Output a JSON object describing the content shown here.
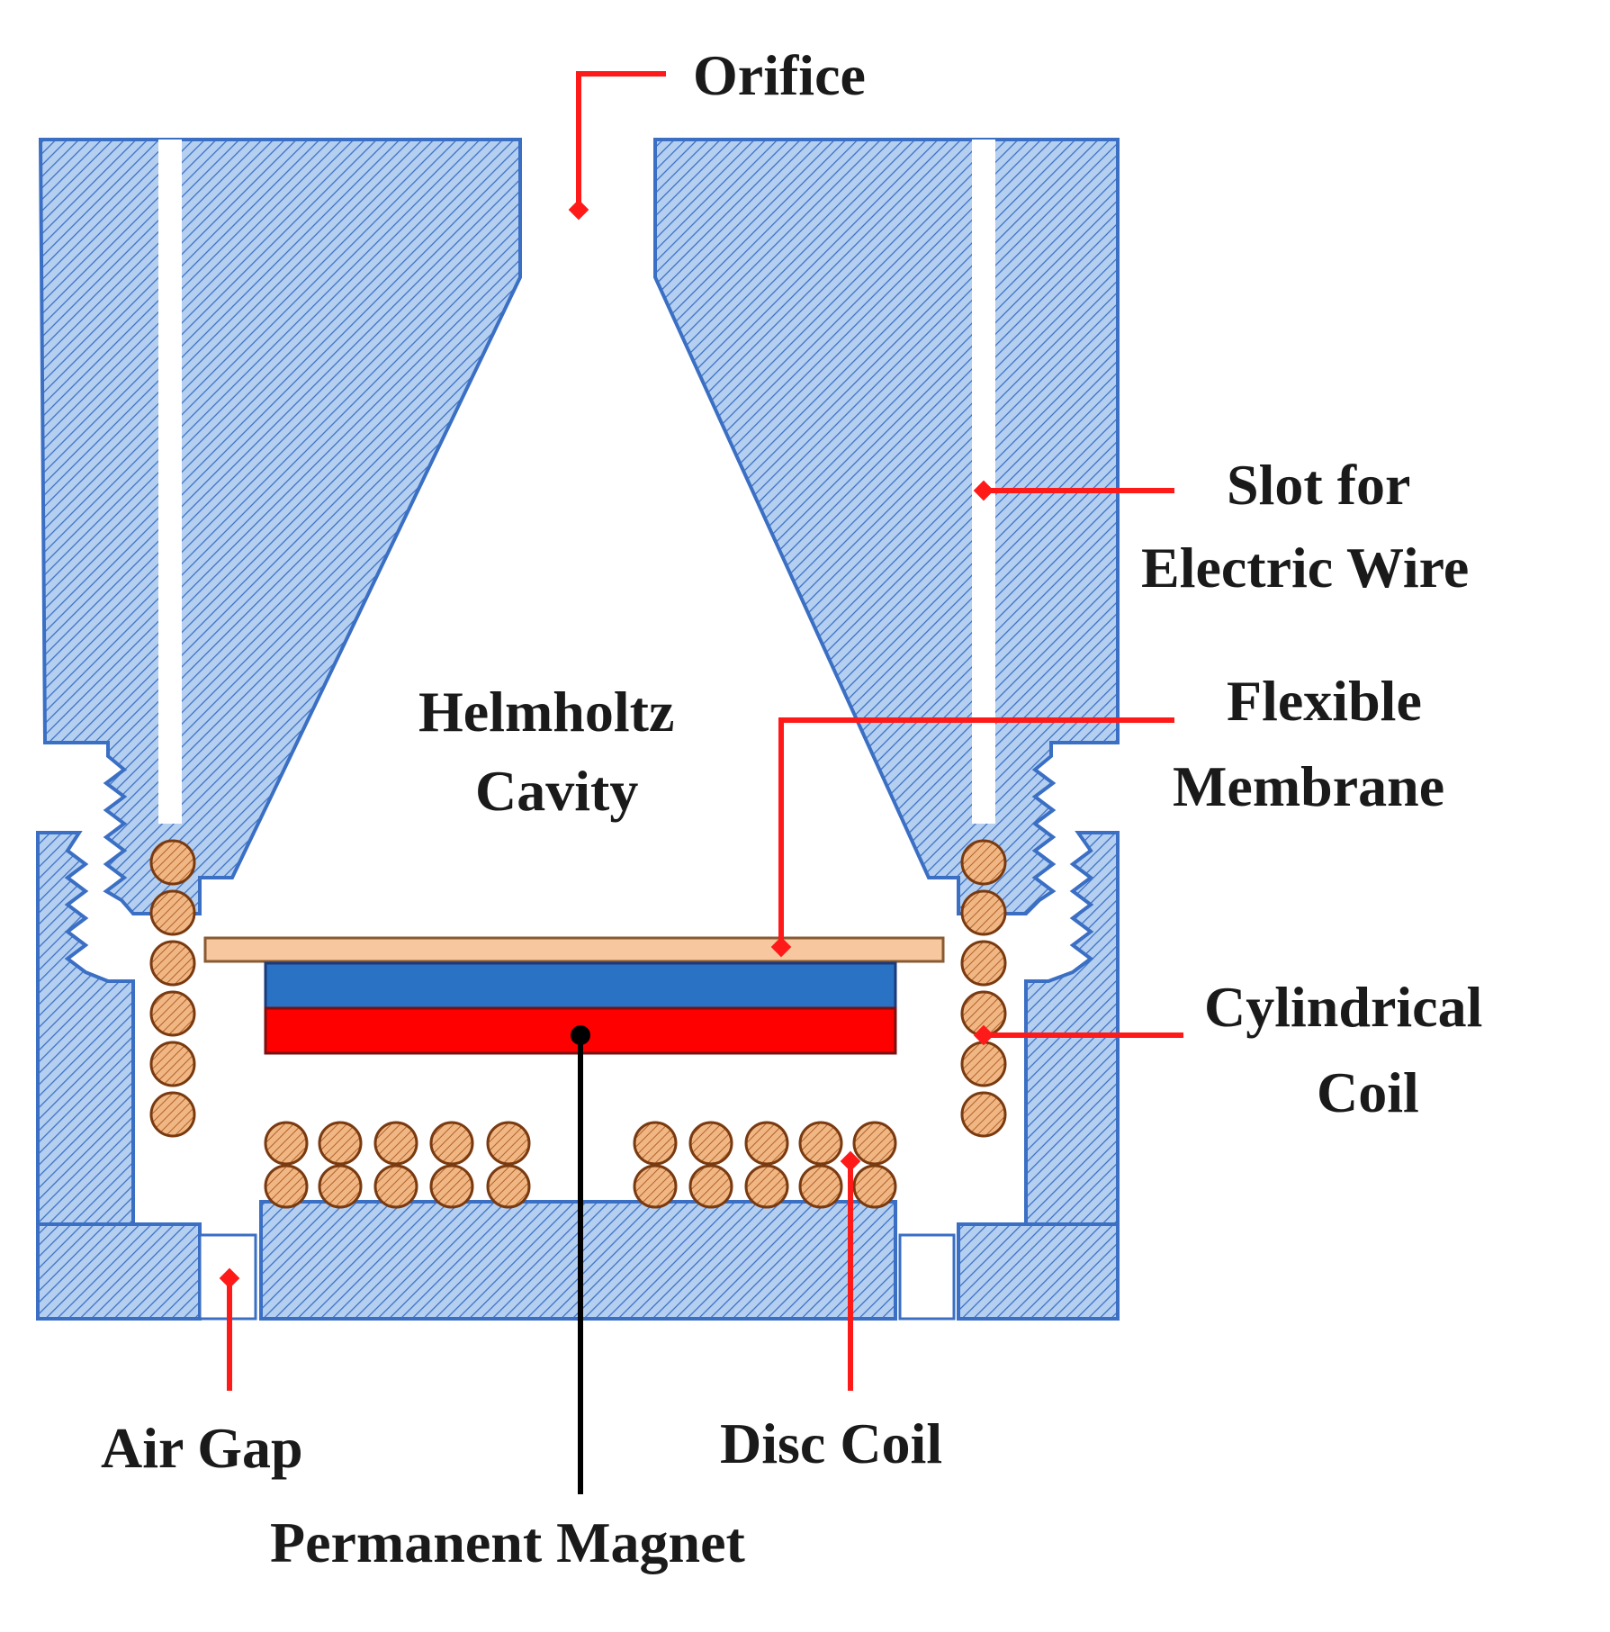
{
  "labels": {
    "orifice": "Orifice",
    "slot_line1": "Slot for",
    "slot_line2": "Electric  Wire",
    "cavity_line1": "Helmholtz",
    "cavity_line2": "Cavity",
    "membrane_line1": "Flexible",
    "membrane_line2": "Membrane",
    "cyl_coil_line1": "Cylindrical",
    "cyl_coil_line2": "Coil",
    "air_gap": "Air Gap",
    "disc_coil": "Disc Coil",
    "magnet": "Permanent Magnet"
  },
  "colors": {
    "body_fill": "#a9c7ea",
    "body_stroke": "#3a6fc4",
    "hatch_line": "#3a6fc4",
    "leader": "#ff1a1a",
    "membrane": "#f7c8a0",
    "magnet_top": "#2a72c4",
    "magnet_bottom": "#ff0000",
    "coil": "#e8a068",
    "coil_stroke": "#7a3a10"
  }
}
